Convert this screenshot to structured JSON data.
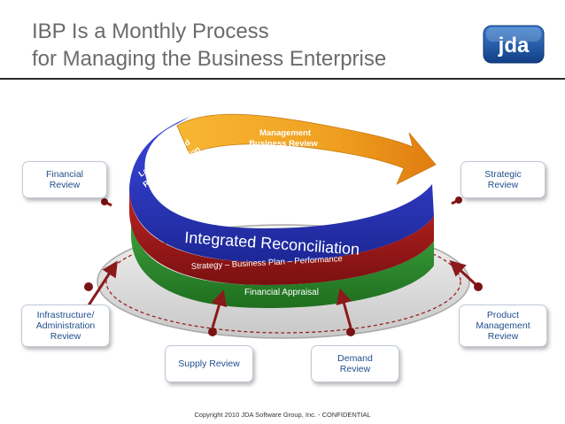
{
  "title": {
    "line1": "IBP Is a Monthly Process",
    "line2": "for Managing the Business Enterprise"
  },
  "logo": {
    "text": "jda",
    "icon": "jda-logo",
    "color": "#1b5aa6"
  },
  "colors": {
    "blue_band": "#2b36c4",
    "red_band": "#a51a1a",
    "green_band": "#2f8f2f",
    "orange_arrow": "#f0a020",
    "ring": "#d6d6d6",
    "box_text": "#1f4e8c"
  },
  "cycle": {
    "top_arrow_label_1": "Latest View and",
    "top_arrow_label_2": "Recommendation",
    "top_arrow_end_1": "Management",
    "top_arrow_end_2": "Business Review",
    "band_blue": "Integrated Reconciliation",
    "band_red": "Strategy – Business Plan – Performance",
    "band_green": "Financial Appraisal"
  },
  "reviews": {
    "financial": "Financial\nReview",
    "strategic": "Strategic\nReview",
    "infrastructure": "Infrastructure/\nAdministration\nReview",
    "product": "Product\nManagement\nReview",
    "supply": "Supply Review",
    "demand": "Demand\nReview"
  },
  "footer": {
    "copyright": "Copyright 2010 JDA Software Group, Inc. - CONFIDENTIAL"
  }
}
